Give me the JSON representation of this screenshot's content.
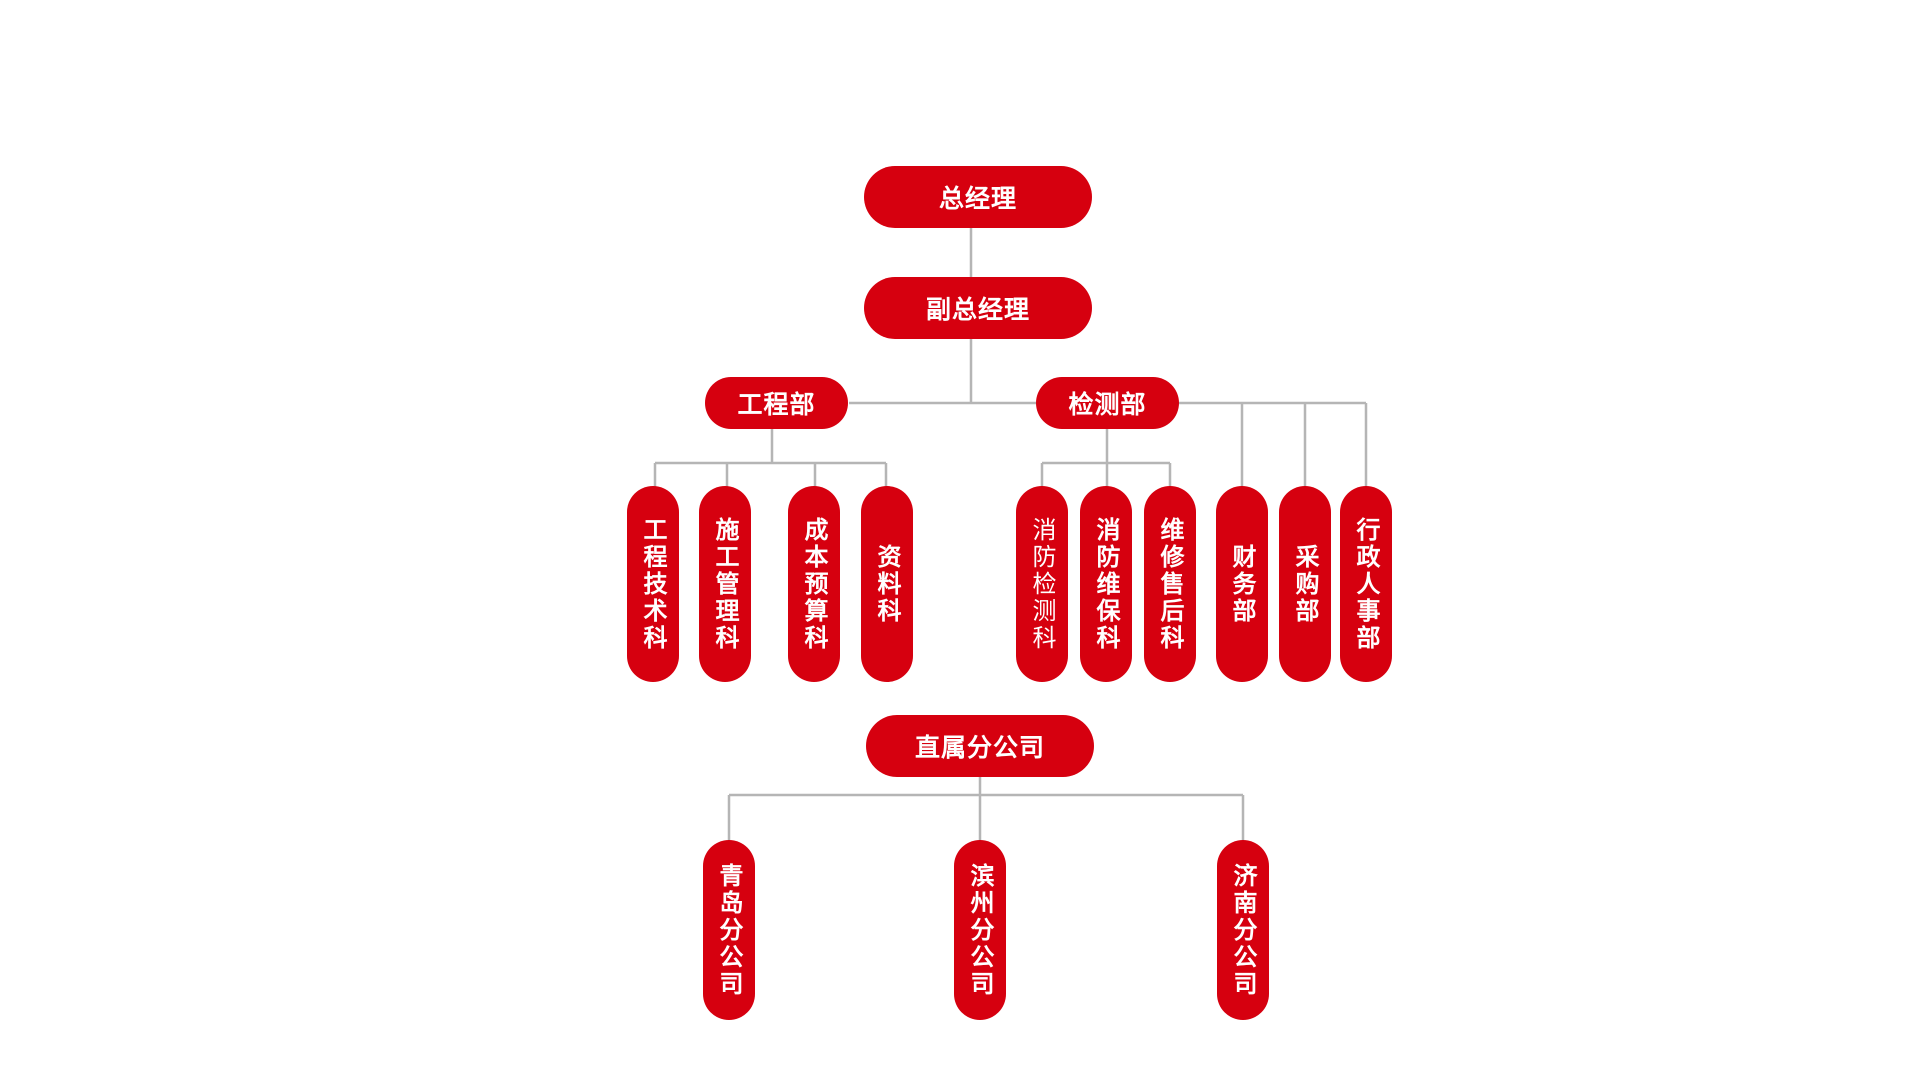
{
  "general_manager": "总经理",
  "deputy_general_manager": "副总经理",
  "engineering_dept": {
    "label": "工程部",
    "units": [
      "工程技术科",
      "施工管理科",
      "成本预算科",
      "资料科"
    ]
  },
  "testing_dept": {
    "label": "检测部",
    "units": [
      "消防检测科",
      "消防维保科",
      "维修售后科"
    ]
  },
  "other_depts": [
    "财务部",
    "采购部",
    "行政人事部"
  ],
  "branches": {
    "label": "直属分公司",
    "items": [
      "青岛分公司",
      "滨州分公司",
      "济南分公司"
    ]
  },
  "colors": {
    "box": "#d6000f",
    "text": "#ffffff",
    "line": "#b5b5b5"
  }
}
